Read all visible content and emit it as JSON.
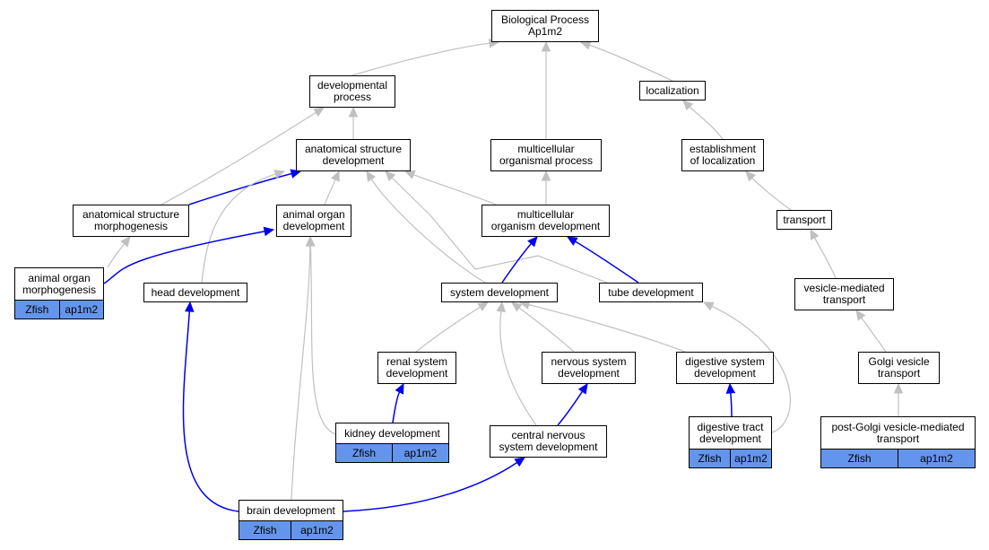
{
  "colors": {
    "isa_edge": "#c0c0c0",
    "annotation_edge": "#0000ee",
    "annotation_fill": "#6495ed"
  },
  "nodes": {
    "biological_process": {
      "lines": [
        "Biological Process",
        "Ap1m2"
      ]
    },
    "developmental_process": {
      "lines": [
        "developmental",
        "process"
      ]
    },
    "localization": {
      "lines": [
        "localization"
      ]
    },
    "anatomical_structure_development": {
      "lines": [
        "anatomical structure",
        "development"
      ]
    },
    "multicellular_organismal_process": {
      "lines": [
        "multicellular",
        "organismal process"
      ]
    },
    "establishment_of_localization": {
      "lines": [
        "establishment",
        "of localization"
      ]
    },
    "anatomical_structure_morphogenesis": {
      "lines": [
        "anatomical structure",
        "morphogenesis"
      ]
    },
    "animal_organ_development": {
      "lines": [
        "animal organ",
        "development"
      ]
    },
    "multicellular_organism_development": {
      "lines": [
        "multicellular",
        "organism development"
      ]
    },
    "transport": {
      "lines": [
        "transport"
      ]
    },
    "animal_organ_morphogenesis": {
      "lines": [
        "animal organ",
        "morphogenesis"
      ],
      "annotation": {
        "species": "Zfish",
        "gene": "ap1m2"
      }
    },
    "head_development": {
      "lines": [
        "head development"
      ]
    },
    "system_development": {
      "lines": [
        "system development"
      ]
    },
    "tube_development": {
      "lines": [
        "tube development"
      ]
    },
    "vesicle_mediated_transport": {
      "lines": [
        "vesicle-mediated",
        "transport"
      ]
    },
    "renal_system_development": {
      "lines": [
        "renal system",
        "development"
      ]
    },
    "nervous_system_development": {
      "lines": [
        "nervous system",
        "development"
      ]
    },
    "digestive_system_development": {
      "lines": [
        "digestive system",
        "development"
      ]
    },
    "golgi_vesicle_transport": {
      "lines": [
        "Golgi vesicle",
        "transport"
      ]
    },
    "kidney_development": {
      "lines": [
        "kidney development"
      ],
      "annotation": {
        "species": "Zfish",
        "gene": "ap1m2"
      }
    },
    "central_nervous_system_development": {
      "lines": [
        "central nervous",
        "system development"
      ]
    },
    "digestive_tract_development": {
      "lines": [
        "digestive tract",
        "development"
      ],
      "annotation": {
        "species": "Zfish",
        "gene": "ap1m2"
      }
    },
    "post_golgi_vesicle_mediated_transport": {
      "lines": [
        "post-Golgi vesicle-mediated",
        "transport"
      ],
      "annotation": {
        "species": "Zfish",
        "gene": "ap1m2"
      }
    },
    "brain_development": {
      "lines": [
        "brain development"
      ],
      "annotation": {
        "species": "Zfish",
        "gene": "ap1m2"
      }
    }
  },
  "edges": [
    {
      "from": "developmental_process",
      "to": "biological_process",
      "kind": "is_a"
    },
    {
      "from": "multicellular_organismal_process",
      "to": "biological_process",
      "kind": "is_a"
    },
    {
      "from": "localization",
      "to": "biological_process",
      "kind": "is_a"
    },
    {
      "from": "anatomical_structure_development",
      "to": "developmental_process",
      "kind": "is_a"
    },
    {
      "from": "anatomical_structure_morphogenesis",
      "to": "developmental_process",
      "kind": "is_a"
    },
    {
      "from": "establishment_of_localization",
      "to": "localization",
      "kind": "is_a"
    },
    {
      "from": "multicellular_organism_development",
      "to": "multicellular_organismal_process",
      "kind": "is_a"
    },
    {
      "from": "transport",
      "to": "establishment_of_localization",
      "kind": "is_a"
    },
    {
      "from": "anatomical_structure_morphogenesis",
      "to": "anatomical_structure_development",
      "kind": "annotation_path"
    },
    {
      "from": "animal_organ_development",
      "to": "anatomical_structure_development",
      "kind": "is_a"
    },
    {
      "from": "head_development",
      "to": "anatomical_structure_development",
      "kind": "is_a"
    },
    {
      "from": "system_development",
      "to": "anatomical_structure_development",
      "kind": "is_a"
    },
    {
      "from": "multicellular_organism_development",
      "to": "anatomical_structure_development",
      "kind": "is_a"
    },
    {
      "from": "tube_development",
      "to": "anatomical_structure_development",
      "kind": "is_a"
    },
    {
      "from": "animal_organ_morphogenesis",
      "to": "anatomical_structure_morphogenesis",
      "kind": "is_a"
    },
    {
      "from": "animal_organ_morphogenesis",
      "to": "animal_organ_development",
      "kind": "annotation_path"
    },
    {
      "from": "system_development",
      "to": "multicellular_organism_development",
      "kind": "annotation_path"
    },
    {
      "from": "tube_development",
      "to": "multicellular_organism_development",
      "kind": "annotation_path"
    },
    {
      "from": "vesicle_mediated_transport",
      "to": "transport",
      "kind": "is_a"
    },
    {
      "from": "brain_development",
      "to": "head_development",
      "kind": "annotation_path"
    },
    {
      "from": "renal_system_development",
      "to": "system_development",
      "kind": "is_a"
    },
    {
      "from": "nervous_system_development",
      "to": "system_development",
      "kind": "is_a"
    },
    {
      "from": "digestive_system_development",
      "to": "system_development",
      "kind": "is_a"
    },
    {
      "from": "central_nervous_system_development",
      "to": "system_development",
      "kind": "is_a"
    },
    {
      "from": "golgi_vesicle_transport",
      "to": "vesicle_mediated_transport",
      "kind": "is_a"
    },
    {
      "from": "kidney_development",
      "to": "renal_system_development",
      "kind": "annotation_path"
    },
    {
      "from": "central_nervous_system_development",
      "to": "nervous_system_development",
      "kind": "annotation_path"
    },
    {
      "from": "digestive_tract_development",
      "to": "digestive_system_development",
      "kind": "annotation_path"
    },
    {
      "from": "digestive_tract_development",
      "to": "tube_development",
      "kind": "is_a"
    },
    {
      "from": "kidney_development",
      "to": "animal_organ_development",
      "kind": "is_a"
    },
    {
      "from": "post_golgi_vesicle_mediated_transport",
      "to": "golgi_vesicle_transport",
      "kind": "is_a"
    },
    {
      "from": "brain_development",
      "to": "central_nervous_system_development",
      "kind": "annotation_path"
    },
    {
      "from": "brain_development",
      "to": "animal_organ_development",
      "kind": "is_a"
    }
  ]
}
